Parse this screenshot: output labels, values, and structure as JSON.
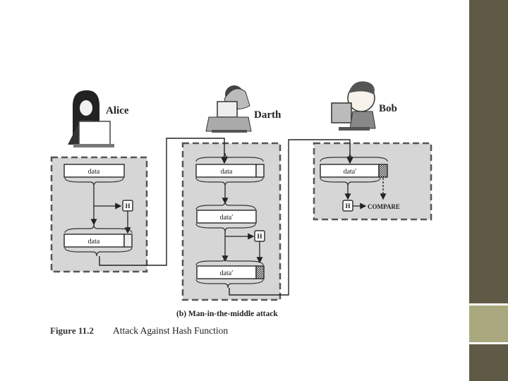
{
  "people": {
    "alice": "Alice",
    "darth": "Darth",
    "bob": "Bob"
  },
  "boxes": {
    "data": "data",
    "data_prime": "data′",
    "hash": "H",
    "compare": "COMPARE"
  },
  "caption": {
    "subcaption": "(b) Man-in-the-middle attack",
    "figure_number": "Figure 11.2",
    "figure_title": "Attack Against Hash Function"
  },
  "colors": {
    "panel_fill": "#d6d6d6",
    "panel_border": "#555555",
    "side_dark": "#5f5a45",
    "side_light": "#a9a87f"
  }
}
